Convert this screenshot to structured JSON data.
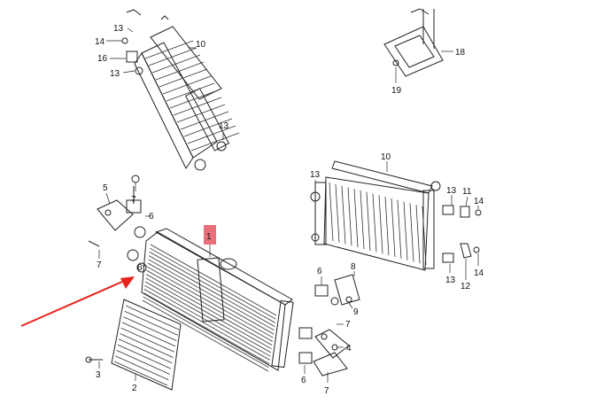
{
  "diagram": {
    "highlight_label": "1",
    "colors": {
      "highlight_fill": "#e8707a",
      "arrow": "#e8231b",
      "line": "#222222"
    },
    "callouts": {
      "c14a": "14",
      "c13a": "13",
      "c16": "16",
      "c13b": "13",
      "c10a": "10",
      "c13c": "13",
      "c18": "18",
      "c19": "19",
      "c10b": "10",
      "c13d": "13",
      "c13e": "13",
      "c11": "11",
      "c14b": "14",
      "c13f": "13",
      "c12": "12",
      "c14c": "14",
      "c5": "5",
      "c7a": "7",
      "c6a": "6",
      "c7b": "7",
      "c6b": "6",
      "c6c": "6",
      "c8": "8",
      "c9": "9",
      "c7c": "7",
      "c4": "4",
      "c6d": "6",
      "c7d": "7",
      "c3": "3",
      "c2": "2"
    }
  }
}
